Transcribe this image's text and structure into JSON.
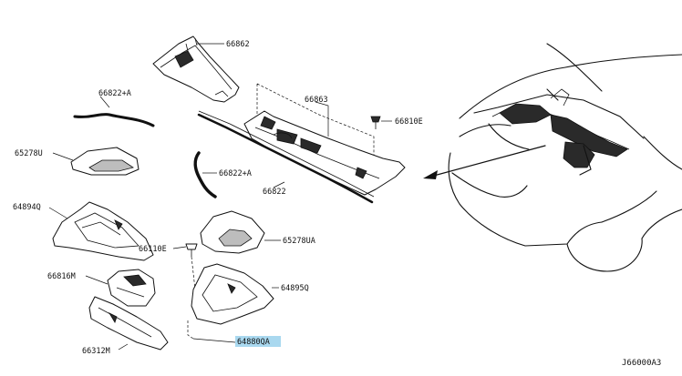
{
  "diagram_code": "J66000A3",
  "highlight_color": "#a9d8ef",
  "parts": {
    "p66862": "66862",
    "p66863": "66863",
    "p66822a_top": "66822+A",
    "p66810e": "66810E",
    "p65278u": "65278U",
    "p66822a_mid": "66822+A",
    "p66822": "66822",
    "p64894q": "64894Q",
    "p65278ua": "65278UA",
    "p66110e": "66110E",
    "p64895q": "64895Q",
    "p66816m": "66816M",
    "p66312m": "66312M",
    "p64880qa": "64880QA"
  }
}
